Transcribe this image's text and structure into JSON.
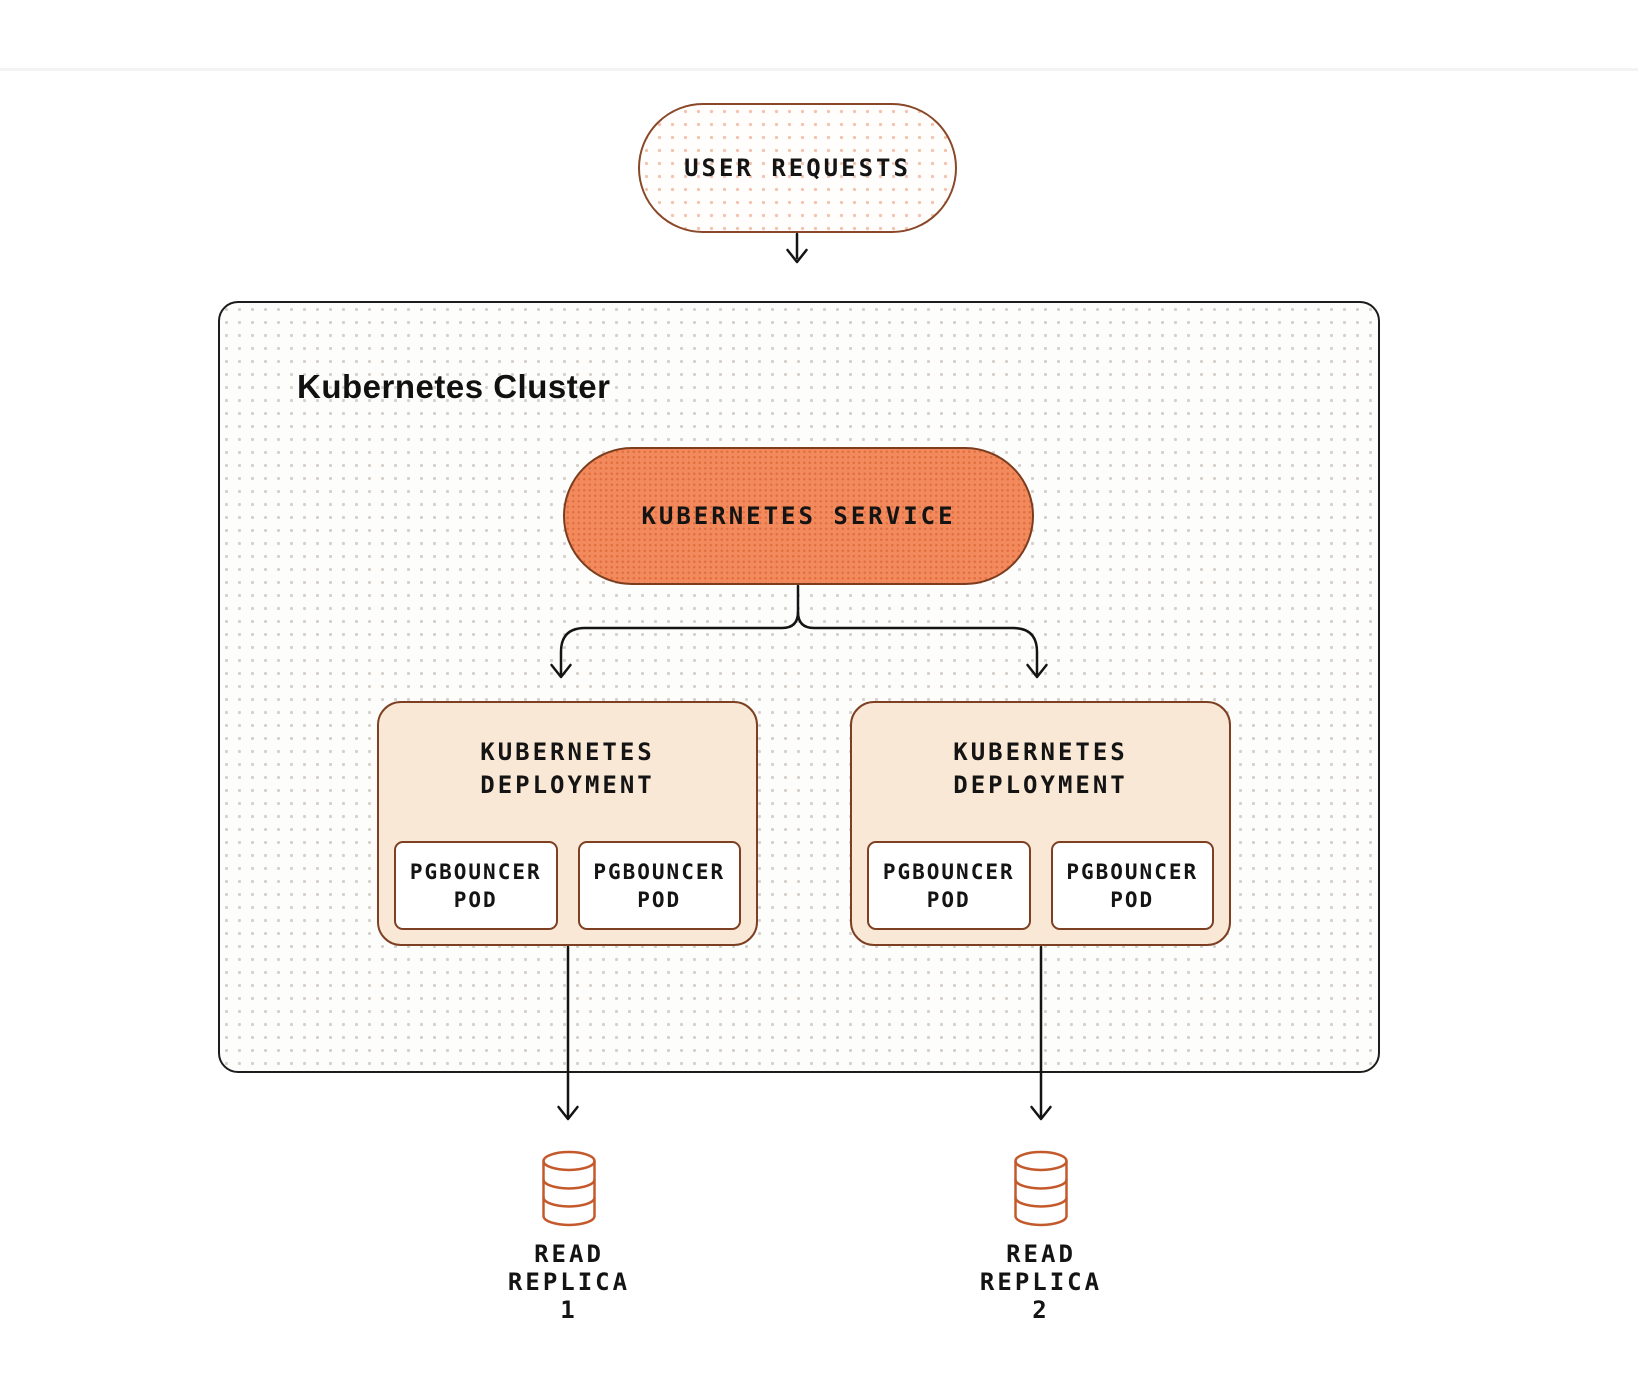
{
  "colors": {
    "accent-orange": "#f28a5d",
    "accent-orange-dot": "#e0703f",
    "soft-peach": "#fae8d6",
    "peach-border": "#7d4023",
    "cluster-dot": "#d6d0ca",
    "user-pill-dot": "#f2c3ad",
    "db-icon-orange": "#c45a2c",
    "ink": "#141414",
    "divider": "#f3f3f3"
  },
  "diagram": {
    "user_requests": {
      "label": "USER REQUESTS"
    },
    "cluster": {
      "title": "Kubernetes Cluster"
    },
    "service": {
      "label": "KUBERNETES SERVICE"
    },
    "deployments": [
      {
        "title_lines": [
          "KUBERNETES",
          "DEPLOYMENT"
        ],
        "pods": [
          {
            "label_lines": [
              "PGBOUNCER",
              "POD"
            ]
          },
          {
            "label_lines": [
              "PGBOUNCER",
              "POD"
            ]
          }
        ]
      },
      {
        "title_lines": [
          "KUBERNETES",
          "DEPLOYMENT"
        ],
        "pods": [
          {
            "label_lines": [
              "PGBOUNCER",
              "POD"
            ]
          },
          {
            "label_lines": [
              "PGBOUNCER",
              "POD"
            ]
          }
        ]
      }
    ],
    "read_replicas": [
      {
        "icon": "database-icon",
        "label_lines": [
          "READ",
          "REPLICA",
          "1"
        ]
      },
      {
        "icon": "database-icon",
        "label_lines": [
          "READ",
          "REPLICA",
          "2"
        ]
      }
    ]
  }
}
